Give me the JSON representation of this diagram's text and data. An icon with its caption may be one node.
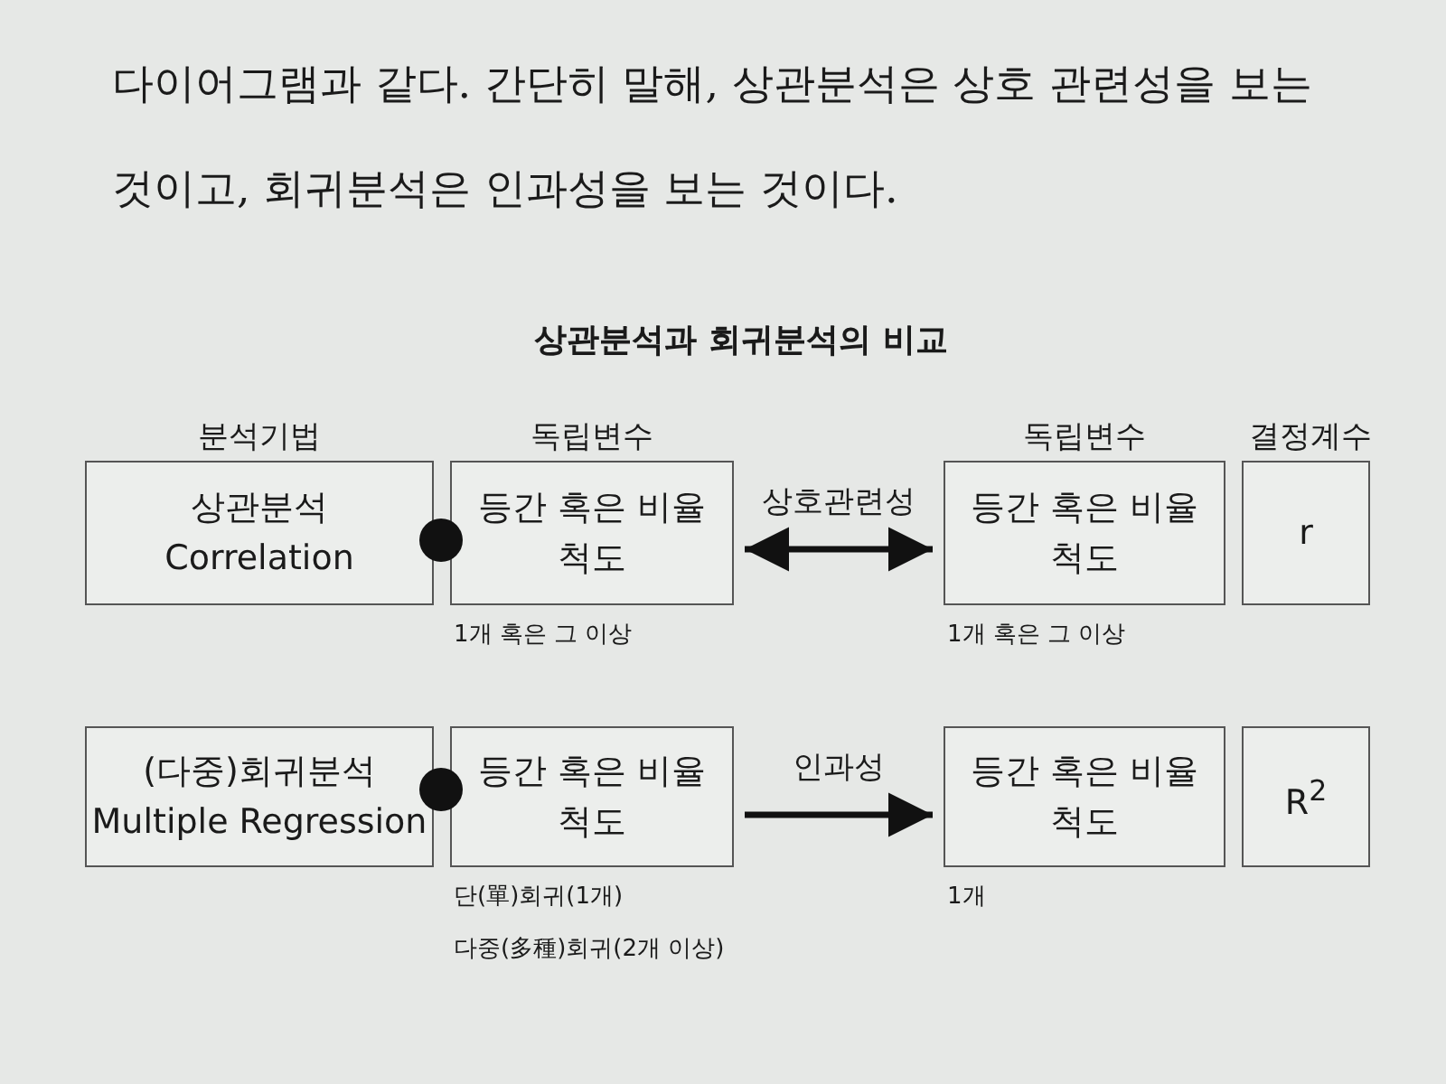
{
  "diagram": {
    "title": "상관분석과 회귀분석의 비교",
    "nodes": [
      {
        "text": [
          "상관분석",
          "Correlation"
        ]
      },
      {
        "text": [
          "등간 혹은 비율척도"
        ],
        "beside": [
          "1개 혹은 그 이상"
        ]
      },
      {
        "text": [
          "등간 혹은 비율 척도"
        ],
        "beside": [
          "1개 혹은 그 이상"
        ]
      },
      {
        "text": [
          "r"
        ]
      },
      {
        "text": [
          "(다중)회귀분석",
          "Multiple Regression"
        ]
      },
      {
        "text": [
          "등간 혹은 비율척도"
        ],
        "beside": [
          "단(單)회귀(1개)",
          "다중(多種)회귀(2개 이상)"
        ]
      },
      {
        "text": [
          "등간 혹은 비율 척도"
        ],
        "beside": [
          "1개"
        ]
      },
      {
        "text": [
          "R$^{2}$"
        ]
      }
    ],
    "edges": [
      {
        "from": 1,
        "to": 2,
        "arrow": "both",
        "label": "상호관련성"
      },
      {
        "from": 5,
        "to": 6,
        "arrow": "to",
        "label": "인과성"
      }
    ],
    "labels": [
      "다이어그램과 같다. 간단히 말해, 상관분석은 상호 관련성을 보는 것이고, 회귀분석은 인과성을 보는 것이다.",
      "분석기법",
      "독립변수",
      "독립변수",
      "결정계수"
    ]
  }
}
